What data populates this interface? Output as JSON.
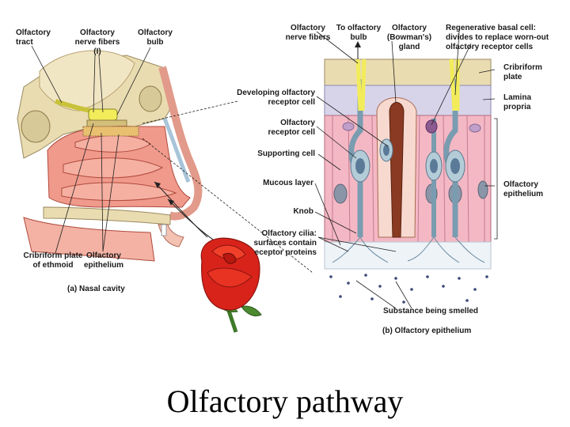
{
  "slide": {
    "title": "Olfactory pathway"
  },
  "nasal": {
    "caption": "(a) Nasal cavity",
    "labels": {
      "olfactory_tract": "Olfactory\ntract",
      "nerve_fibers": "Olfactory\nnerve fibers\n(I)",
      "olfactory_bulb": "Olfactory\nbulb",
      "cribriform_plate": "Cribriform plate\nof ethmoid",
      "olfactory_epithelium": "Olfactory\nepithelium"
    }
  },
  "epithelium": {
    "caption": "(b) Olfactory epithelium",
    "labels": {
      "nerve_fibers": "Olfactory\nnerve fibers",
      "to_bulb": "To olfactory\nbulb",
      "bowmans_gland": "Olfactory\n(Bowman's)\ngland",
      "basal_cell": "Regenerative basal cell:\ndivides to replace worn-out\nolfactory receptor cells",
      "cribriform_plate": "Cribriform\nplate",
      "lamina_propria": "Lamina\npropria",
      "olfactory_epithelium": "Olfactory\nepithelium",
      "developing_cell": "Developing olfactory\nreceptor cell",
      "receptor_cell": "Olfactory\nreceptor cell",
      "supporting_cell": "Supporting cell",
      "mucous_layer": "Mucous layer",
      "knob": "Knob",
      "cilia": "Olfactory cilia:\nsurfaces contain\neceptor proteins",
      "substance": "Substance being smelled"
    }
  },
  "colors": {
    "bone": "#e9dcb0",
    "mucosa": "#f09a8c",
    "epithelium_pink": "#f4b8c4",
    "receptor_cell": "#b4ccd8",
    "nerve": "#f2ec5a",
    "lamina": "#d7d4ea",
    "rose": "#d8231a"
  }
}
